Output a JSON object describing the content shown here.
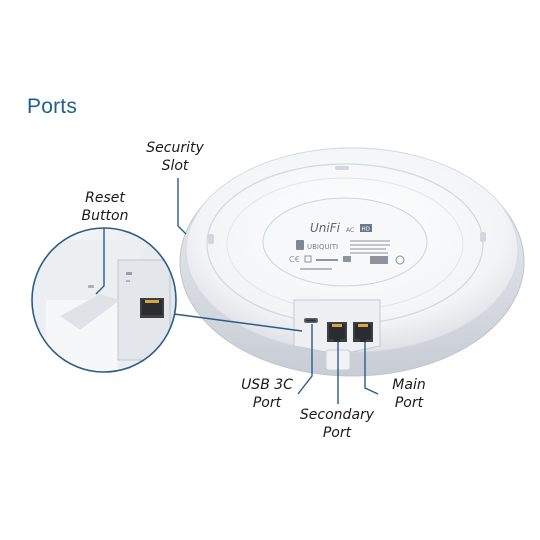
{
  "title": "Ports",
  "callouts": {
    "security": {
      "line1": "Security",
      "line2": "Slot"
    },
    "reset": {
      "line1": "Reset",
      "line2": "Button"
    },
    "usb": {
      "line1": "USB 3C",
      "line2": "Port"
    },
    "secondary": {
      "line1": "Secondary",
      "line2": "Port"
    },
    "main": {
      "line1": "Main",
      "line2": "Port"
    }
  },
  "device": {
    "brand_logo": "UniFi AC HD",
    "maker_logo": "UBIQUITI",
    "colors": {
      "shell": "#f4f5f7",
      "shadow": "#c9ced6",
      "callout_line": "#2b5d86",
      "port_metal": "#d9a640"
    }
  }
}
